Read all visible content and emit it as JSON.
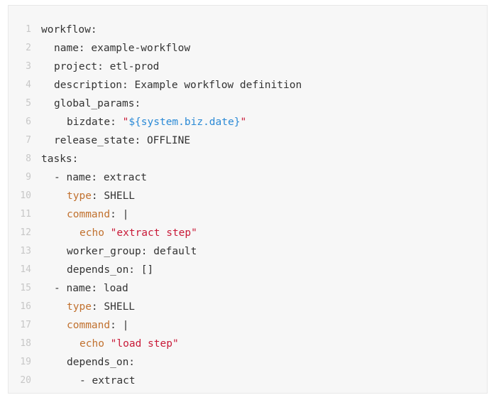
{
  "code_block": {
    "lines": [
      {
        "n": "1",
        "text": "workflow:"
      },
      {
        "n": "2",
        "text": "name: example-workflow"
      },
      {
        "n": "3",
        "text": "project: etl-prod"
      },
      {
        "n": "4",
        "text": "description: Example workflow definition"
      },
      {
        "n": "5",
        "text": "global_params:"
      },
      {
        "n": "6",
        "key": "bizdate: ",
        "quote_open": "\"",
        "value": "${system.biz.date}",
        "quote_close": "\""
      },
      {
        "n": "7",
        "text": "release_state: OFFLINE"
      },
      {
        "n": "8",
        "text": "tasks:"
      },
      {
        "n": "9",
        "text": "- name: extract"
      },
      {
        "n": "10",
        "key": "type",
        "rest": ": SHELL"
      },
      {
        "n": "11",
        "key": "command",
        "rest": ": |"
      },
      {
        "n": "12",
        "cmd": "echo ",
        "str": "\"extract step\""
      },
      {
        "n": "13",
        "text": "worker_group: default"
      },
      {
        "n": "14",
        "text": "depends_on: []"
      },
      {
        "n": "15",
        "text": "- name: load"
      },
      {
        "n": "16",
        "key": "type",
        "rest": ": SHELL"
      },
      {
        "n": "17",
        "key": "command",
        "rest": ": |"
      },
      {
        "n": "18",
        "cmd": "echo ",
        "str": "\"load step\""
      },
      {
        "n": "19",
        "text": "depends_on:"
      },
      {
        "n": "20",
        "text": "- extract"
      }
    ]
  },
  "colors": {
    "background": "#f7f7f7",
    "line_number": "#c7c7c7",
    "text": "#333333",
    "keyword": "#c1712f",
    "string": "#c91a38",
    "variable": "#2b8ad6"
  }
}
